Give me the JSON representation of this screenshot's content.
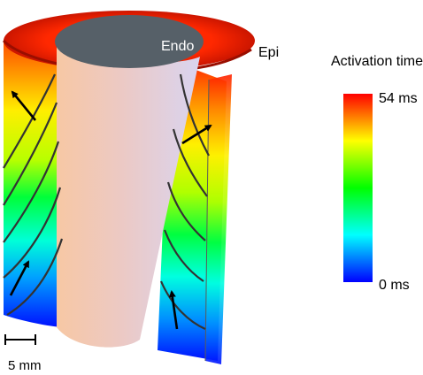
{
  "labels": {
    "endo": "Endo",
    "epi": "Epi"
  },
  "colorbar": {
    "title": "Activation time",
    "max_label": "54 ms",
    "min_label": "0 ms",
    "colormap": [
      "#0000ff",
      "#00ffff",
      "#00ff00",
      "#ffff00",
      "#ff0000"
    ]
  },
  "scale_bar": {
    "label": "5 mm"
  },
  "colors": {
    "endocardial_surface": "#566068",
    "inner_wall_light": "#e2d6f0",
    "inner_wall_warm": "#f1c8a8",
    "isochrone_lines": "#333333",
    "arrows": "#000000"
  },
  "icons": {
    "propagation_arrows": "arrow-icon"
  }
}
